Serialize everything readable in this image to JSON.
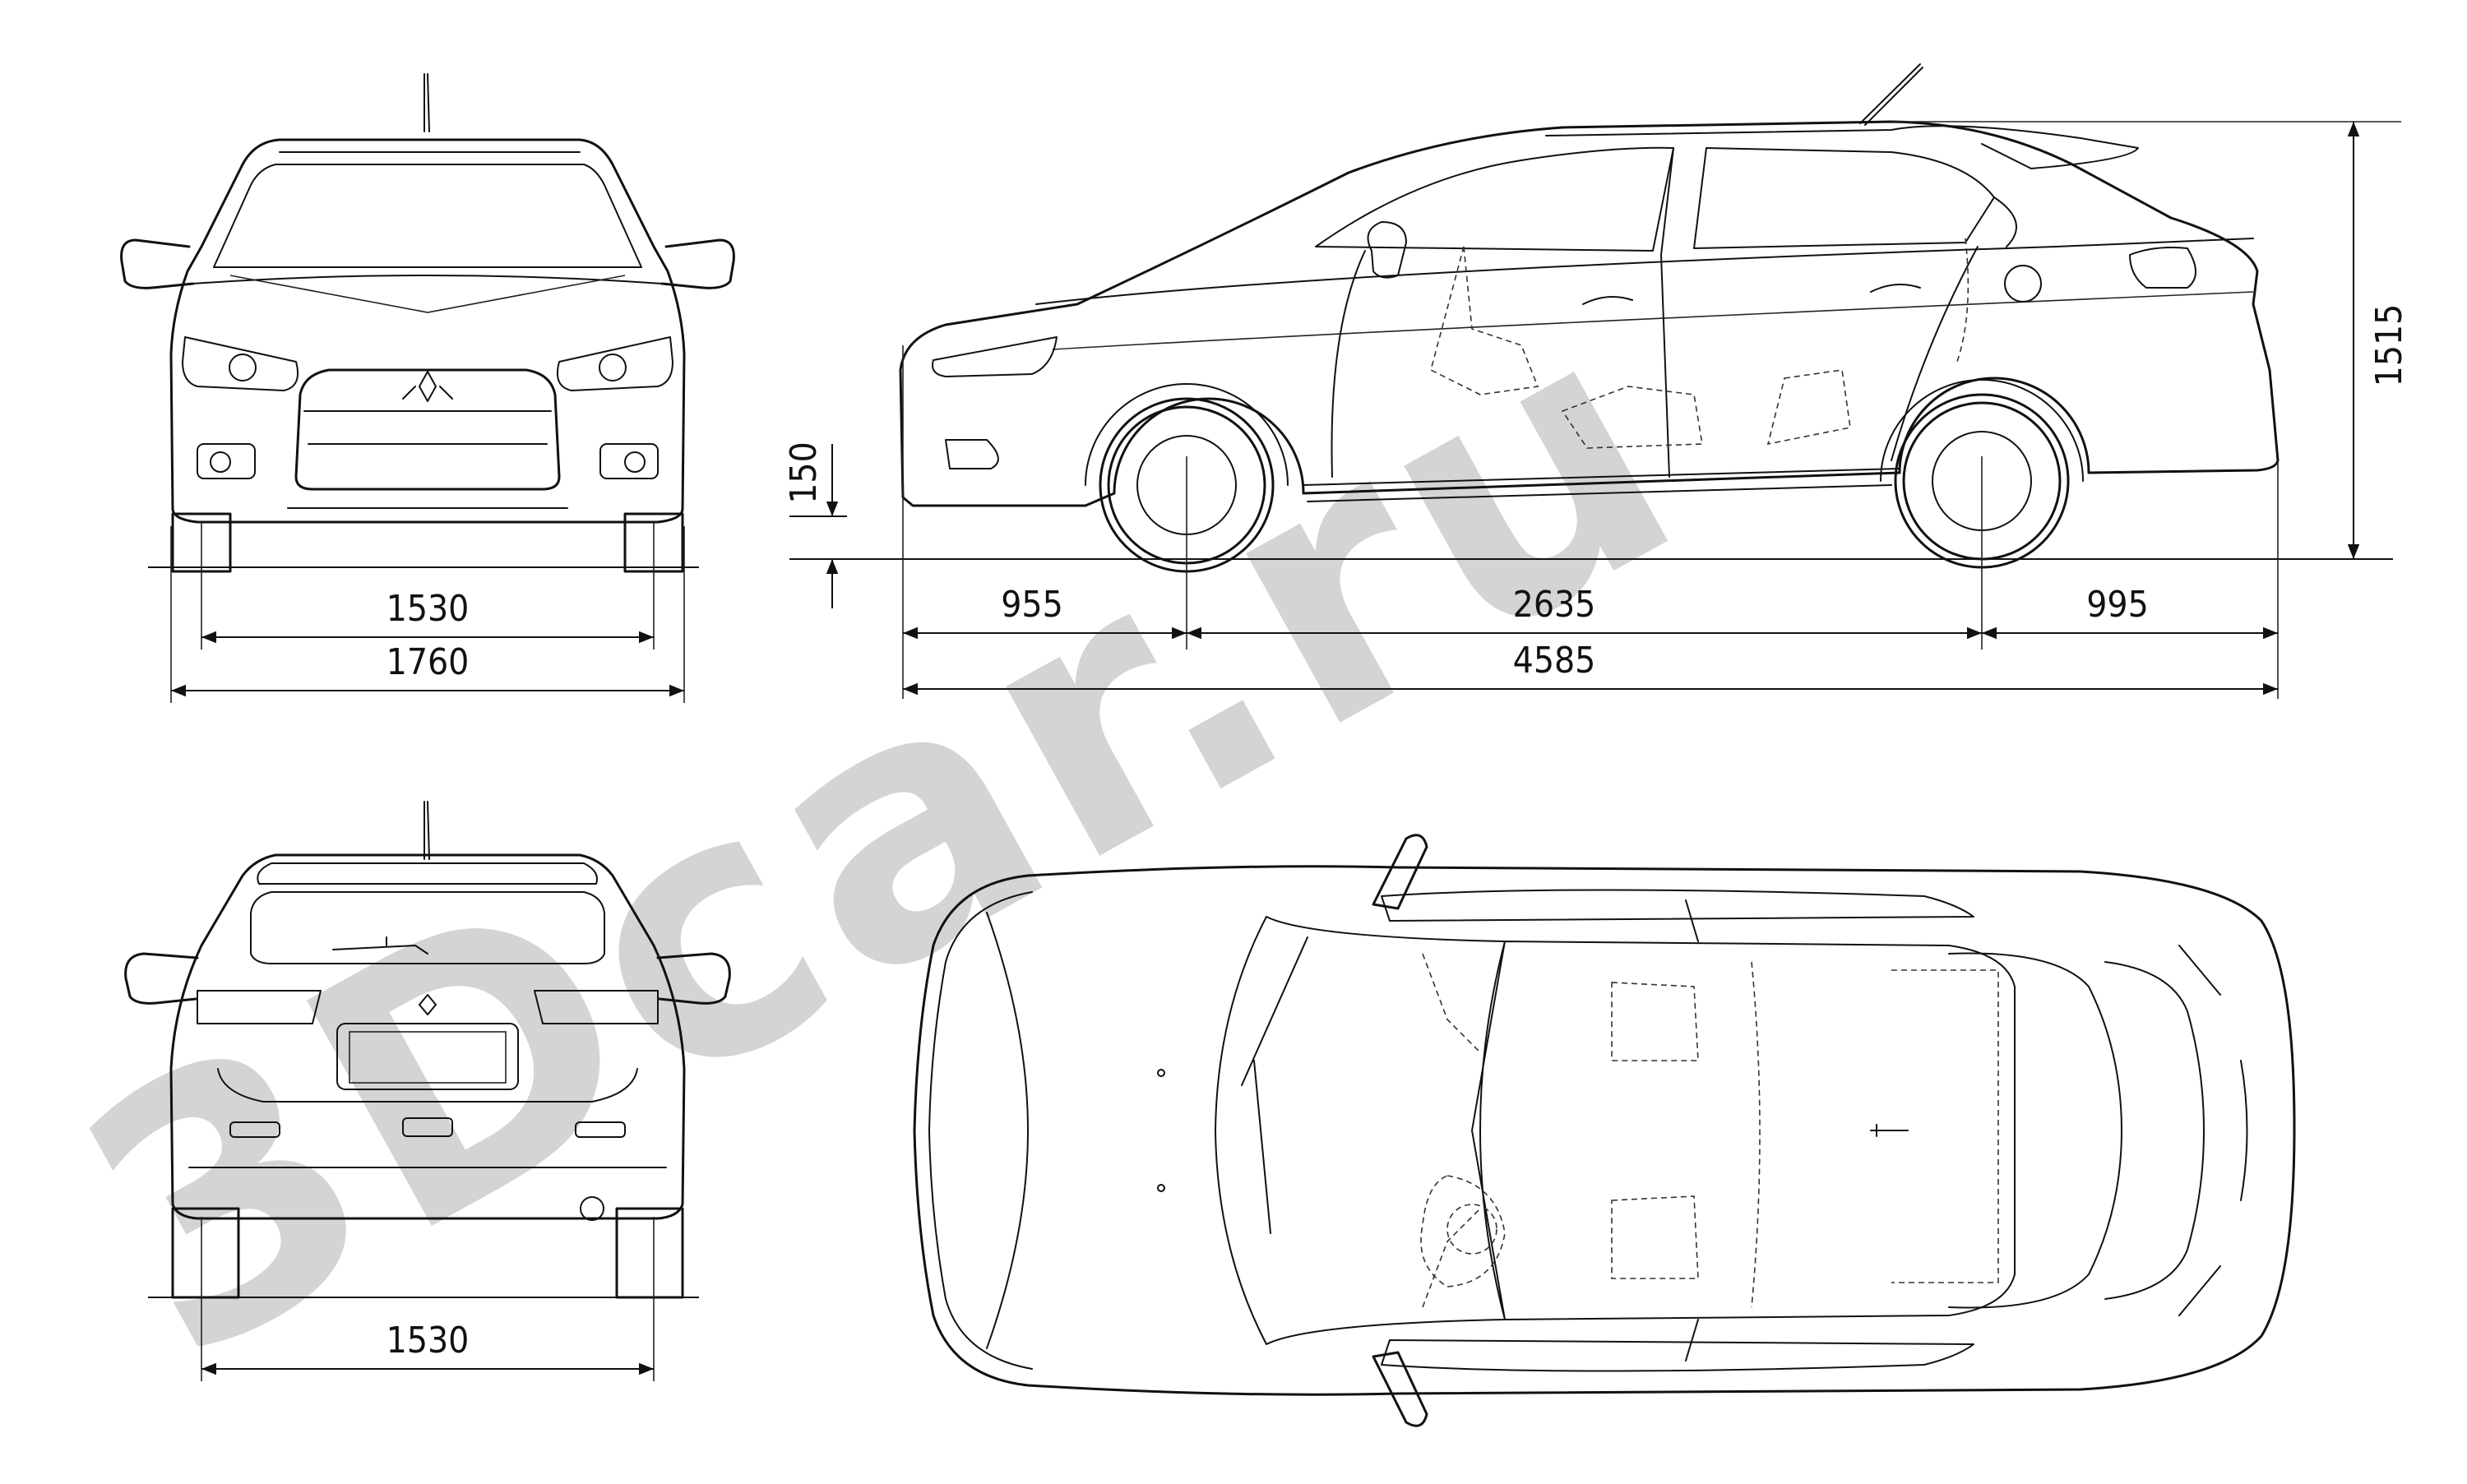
{
  "watermark": {
    "text": "3Dcar.ru",
    "color": "#d4d4d4"
  },
  "colors": {
    "line": "#111111",
    "background": "#ffffff"
  },
  "views": {
    "front": {
      "track_width": "1530",
      "overall_width": "1760"
    },
    "side": {
      "ground_clearance": "150",
      "front_overhang": "955",
      "wheelbase": "2635",
      "rear_overhang": "995",
      "overall_length": "4585",
      "overall_height": "1515"
    },
    "rear": {
      "track_width": "1530"
    },
    "top": {}
  }
}
